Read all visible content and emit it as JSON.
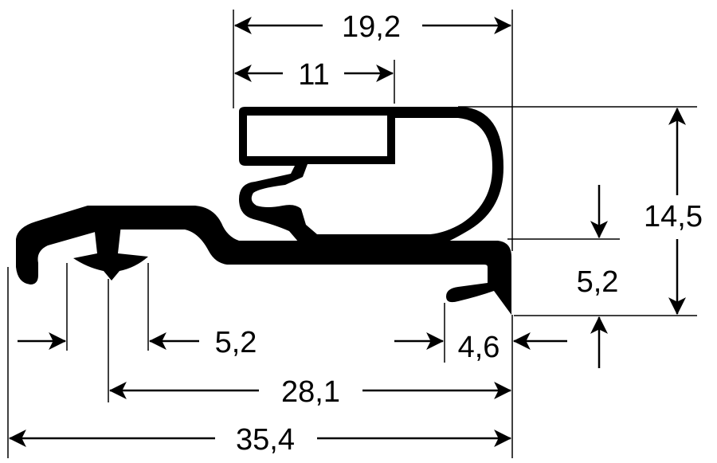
{
  "diagram": {
    "subject": "gasket-profile",
    "colors": {
      "line": "#000000",
      "background": "#ffffff"
    },
    "dimensions": {
      "top_width": "19,2",
      "top_inner_width": "11",
      "total_height": "14,5",
      "lower_height": "5,2",
      "left_gap": "5,2",
      "right_gap": "4,6",
      "mid_width": "28,1",
      "total_width": "35,4"
    }
  }
}
